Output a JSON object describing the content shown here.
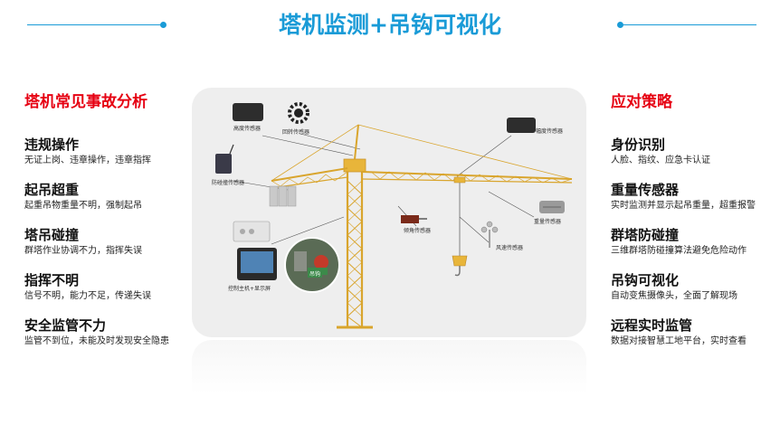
{
  "title": "塔机监测+吊钩可视化",
  "left": {
    "heading": "塔机常见事故分析",
    "items": [
      {
        "title": "违规操作",
        "desc": "无证上岗、违章操作，违章指挥"
      },
      {
        "title": "起吊超重",
        "desc": "起重吊物重量不明，强制起吊"
      },
      {
        "title": "塔吊碰撞",
        "desc": "群塔作业协调不力，指挥失误"
      },
      {
        "title": "指挥不明",
        "desc": "信号不明，能力不足，传递失误"
      },
      {
        "title": "安全监管不力",
        "desc": "监管不到位，未能及时发现安全隐患"
      }
    ]
  },
  "right": {
    "heading": "应对策略",
    "items": [
      {
        "title": "身份识别",
        "desc": "人脸、指纹、应急卡认证"
      },
      {
        "title": "重量传感器",
        "desc": "实时监测并显示起吊重量，超重报警"
      },
      {
        "title": "群塔防碰撞",
        "desc": "三维群塔防碰撞算法避免危险动作"
      },
      {
        "title": "吊钩可视化",
        "desc": "自动变焦摄像头，全面了解现场"
      },
      {
        "title": "远程实时监管",
        "desc": "数据对接智慧工地平台，实时查看"
      }
    ]
  },
  "diagram": {
    "labels": {
      "height_sensor": "高度传感器",
      "rotation_sensor": "回转传感器",
      "amplitude_sensor": "幅度传感器",
      "anticollision_sensor": "防碰撞传感器",
      "weight_sensor": "重量传感器",
      "tilt_sensor": "倾角传感器",
      "wind_sensor": "风速传感器",
      "controller": "控制主机+显示屏"
    },
    "camera_badge": "吊钩"
  },
  "colors": {
    "accent": "#1a9bd7",
    "red": "#e60012",
    "crane": "#e8b53a"
  }
}
